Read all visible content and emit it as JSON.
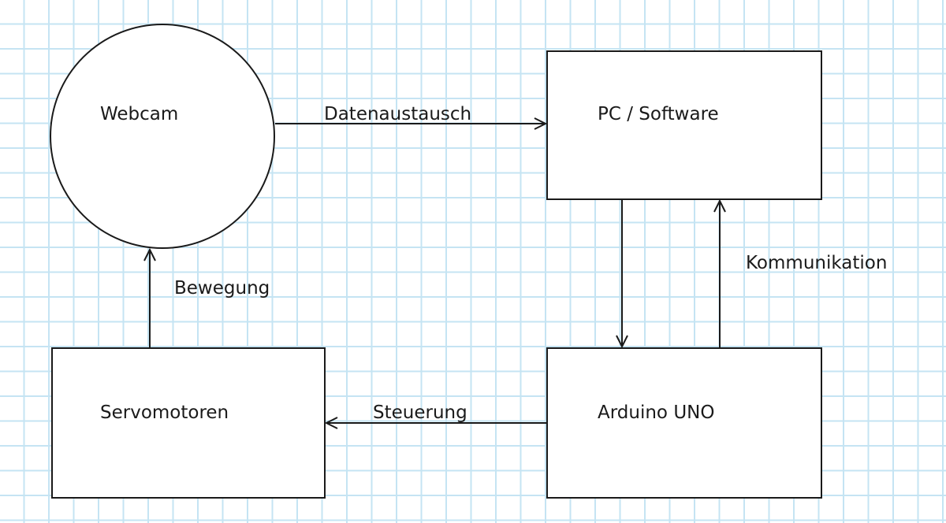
{
  "nodes": {
    "webcam": "Webcam",
    "pc": "PC / Software",
    "servo": "Servomotoren",
    "arduino": "Arduino UNO"
  },
  "edges": {
    "webcam_to_pc": "Datenaustausch",
    "pc_arduino": "Kommunikation",
    "servo_to_webcam": "Bewegung",
    "arduino_to_servo": "Steuerung"
  },
  "colors": {
    "grid": "#c5e4f3",
    "stroke": "#1a1a1a",
    "background": "#ffffff"
  }
}
